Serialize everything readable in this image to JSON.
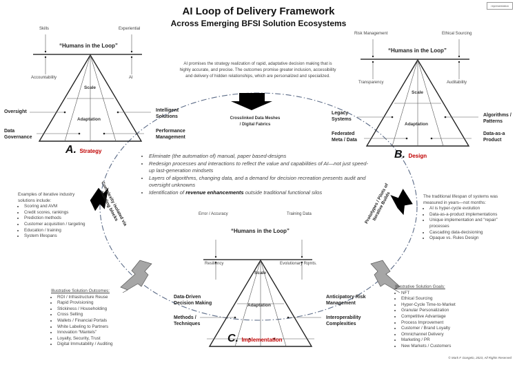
{
  "header": {
    "title": "AI Loop of Delivery Framework",
    "subtitle": "Across Emerging BFSI Solution Ecosystems",
    "badge": "representation"
  },
  "hitl_label": "“Humans in the Loop”",
  "pyramid_inner": {
    "scale": "Scale",
    "adaptation": "Adaptation"
  },
  "sections": {
    "strategy": {
      "letter": "A.",
      "name": "Strategy",
      "top_left": "Skills",
      "top_right": "Experiential",
      "bottom_left": "Accountability",
      "bottom_right": "AI",
      "left_1": "Oversight",
      "left_2a": "Data",
      "left_2b": "Governance",
      "right_1a": "Intelligent",
      "right_1b": "Solutions",
      "right_2a": "Performance",
      "right_2b": "Management"
    },
    "design": {
      "letter": "B.",
      "name": "Design",
      "top_left": "Risk Management",
      "top_right": "Ethical Sourcing",
      "bottom_left": "Transparency",
      "bottom_right": "Auditability",
      "left_1a": "Legacy",
      "left_1b": "Systems",
      "left_2a": "Federated",
      "left_2b": "Meta / Data",
      "right_1a": "Algorithms /",
      "right_1b": "Patterns",
      "right_2a": "Data-as-a",
      "right_2b": "Product"
    },
    "implementation": {
      "letter": "C.",
      "name": "Implementation",
      "top_left": "Error / Accuracy",
      "top_right": "Training Data",
      "bottom_left": "Resiliency",
      "bottom_right": "Evolutionary Rqmts.",
      "left_1a": "Data-Driven",
      "left_1b": "Decision Making",
      "left_2a": "Methods /",
      "left_2b": "Techniques",
      "right_1a": "Anticipatory Risk",
      "right_1b": "Management",
      "right_2a": "Interoperability",
      "right_2b": "Complexities"
    }
  },
  "promise_text": "AI promises the strategy realization of rapid, adaptative decision making that is highly accurate, and precise. The outcomes promise greater inclusion, accessibility and delivery of hidden relationships, which are personalized and specialized.",
  "crosslinked": {
    "line1": "Crosslinked Data Meshes",
    "line2": "/ Digital Fabrics"
  },
  "center_bullets": [
    "Eliminate (the automation of) manual, paper based-designs",
    "Redesign processes and interactions to reflect the value and capabilities of AI—not just speed-up last-generation mindsets",
    "Layers of algorithms, changing data, and a demand for decision recreation presents audit and oversight unknowns"
  ],
  "center_last": {
    "pre": "Identification of ",
    "bold": "revenue enhancements",
    "post": " outside traditional functional silos"
  },
  "left_examples": {
    "intro": "Examples of iterative industry solutions include:",
    "items": [
      "Scoring and AVM",
      "Credit scores, rankings",
      "Prediction methods",
      "Customer acquisition / targeting",
      "Education / training",
      "System lifespans"
    ]
  },
  "right_lifespan": {
    "intro": "The traditional lifespan of systems was measured in years—not months:",
    "items": [
      "AI is hyper-cycle evolution",
      "Data-as-a-product implementations",
      "Unique implementation and “repair” processes",
      "Cascading data-decisioning",
      "Opaque vs. Rules Design"
    ]
  },
  "rotated": {
    "left_a": "Complexity isolated via",
    "left_b": "building blocks",
    "right_a": "Prototypes / Pilots of",
    "right_b": "Iterative Builds"
  },
  "outcomes": {
    "heading": "Illustrative Solution Outcomes:",
    "items": [
      "ROI / Infrastructure Reuse",
      "Rapid Provisioning",
      "Stickiness / Householding",
      "Cross Selling",
      "Wallets / Financial Portals",
      "White Labeling to Partners",
      "Innovation “Mantels”",
      "Loyalty, Security, Trust",
      "Digital Immutability / Auditing"
    ]
  },
  "goals": {
    "heading": "Illustrative Solution Goals:",
    "items": [
      "NFT",
      "Ethical Sourcing",
      "Hyper-Cycle Time-to-Market",
      "Granular Personalization",
      "Competitive Advantage",
      "Process Improvement",
      "Customer / Brand Loyalty",
      "Omnichannel Delivery",
      "Marketing / PR",
      "New Markets / Customers"
    ]
  },
  "copyright": "© Mark F. Dangelo, 2023, All Rights Reserved",
  "colors": {
    "accent": "#c00000",
    "loop": "#5a6a86",
    "gray_arrow": "#a6a6a6"
  }
}
